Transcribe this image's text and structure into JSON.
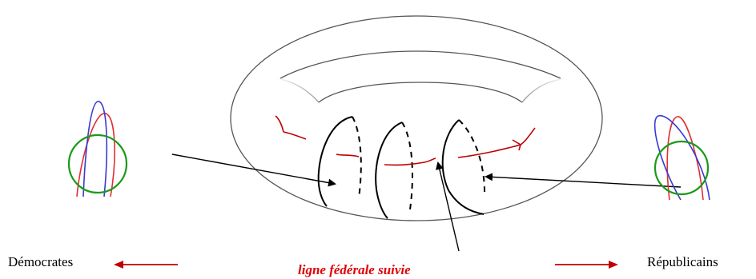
{
  "labels": {
    "left": "Démocrates",
    "right": "Républicains",
    "center": "ligne fédérale suivie"
  },
  "colors": {
    "torus_outline": "#555555",
    "cut_lines": "#000000",
    "federal_line": "#c00000",
    "center_label": "#e00000",
    "direction_arrow": "#c00000",
    "loop_blue": "#3a3ad0",
    "loop_red": "#e03030",
    "loop_green": "#1a9a1a"
  }
}
